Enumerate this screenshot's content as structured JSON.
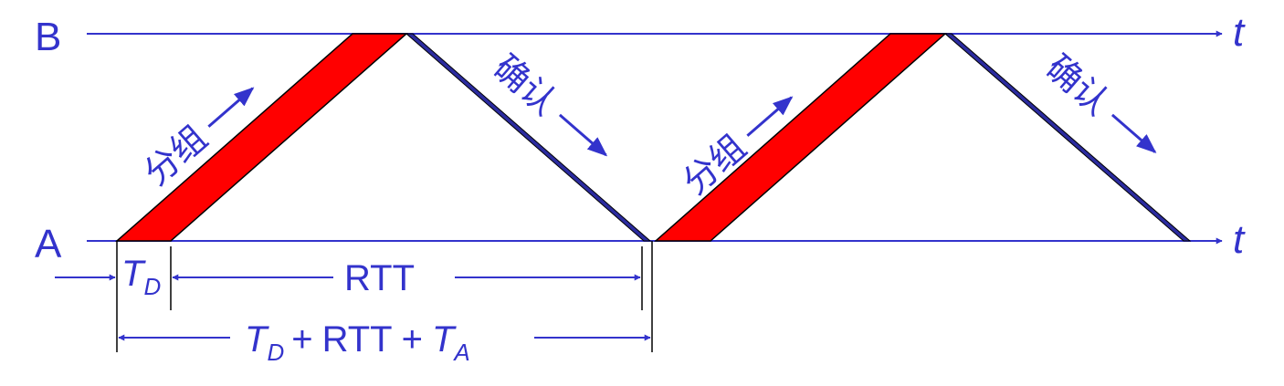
{
  "timelines": {
    "b_label": "B",
    "a_label": "A",
    "time_symbol": "t"
  },
  "messages": {
    "packet_label": "分组",
    "ack_label": "确认"
  },
  "intervals": {
    "td_symbol": "T",
    "td_subscript": "D",
    "rtt_label": "RTT",
    "plus": "+",
    "ta_symbol": "T",
    "ta_subscript": "A"
  },
  "colors": {
    "timeline": "#3333cc",
    "packet": "#ff0000",
    "ack": "#2b2b9e",
    "text": "#3333cc"
  }
}
